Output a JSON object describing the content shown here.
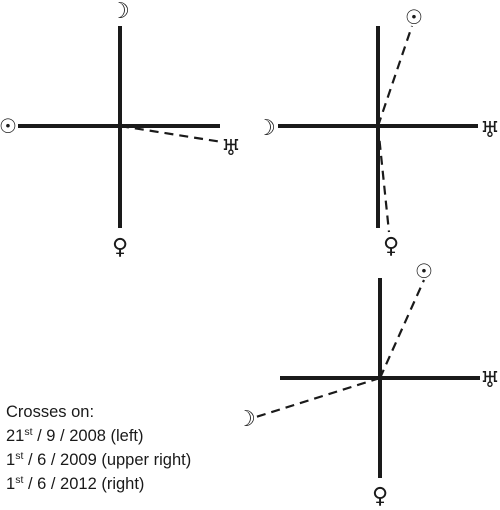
{
  "symbols": {
    "sun": "☉",
    "moon": "☽",
    "uranus": "♅",
    "venus": "♀"
  },
  "caption": {
    "heading": "Crosses on:",
    "lines": [
      {
        "day": "21",
        "suffix": "st",
        "rest": " / 9 / 2008 (left)"
      },
      {
        "day": "1",
        "suffix": "st",
        "rest": " / 6 / 2009 (upper right)"
      },
      {
        "day": "1",
        "suffix": "st",
        "rest": " / 6 / 2012 (right)"
      }
    ]
  },
  "colors": {
    "ink": "#1a1a1a",
    "background": "#ffffff"
  }
}
